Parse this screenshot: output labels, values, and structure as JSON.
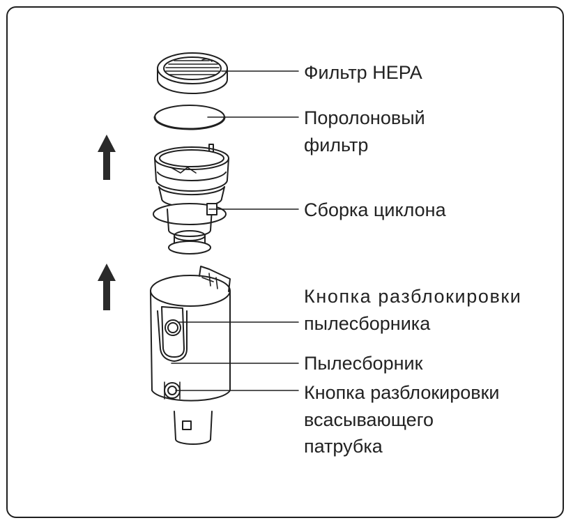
{
  "labels": {
    "hepa_filter": "Фильтр HEPA",
    "foam_filter_line1": "Поролоновый",
    "foam_filter_line2": "фильтр",
    "cyclone_assembly": "Сборка циклона",
    "dustbin_release_line1": "Кнопка разблокировки",
    "dustbin_release_line2": "пылесборника",
    "dustbin": "Пылесборник",
    "nozzle_release_line1": "Кнопка разблокировки",
    "nozzle_release_line2": "всасывающего",
    "nozzle_release_line3": "патрубка"
  },
  "icons": [
    "arrow-up-icon",
    "arrow-up-icon"
  ],
  "colors": {
    "line": "#1f1f1f",
    "text": "#222222",
    "background": "#ffffff"
  }
}
